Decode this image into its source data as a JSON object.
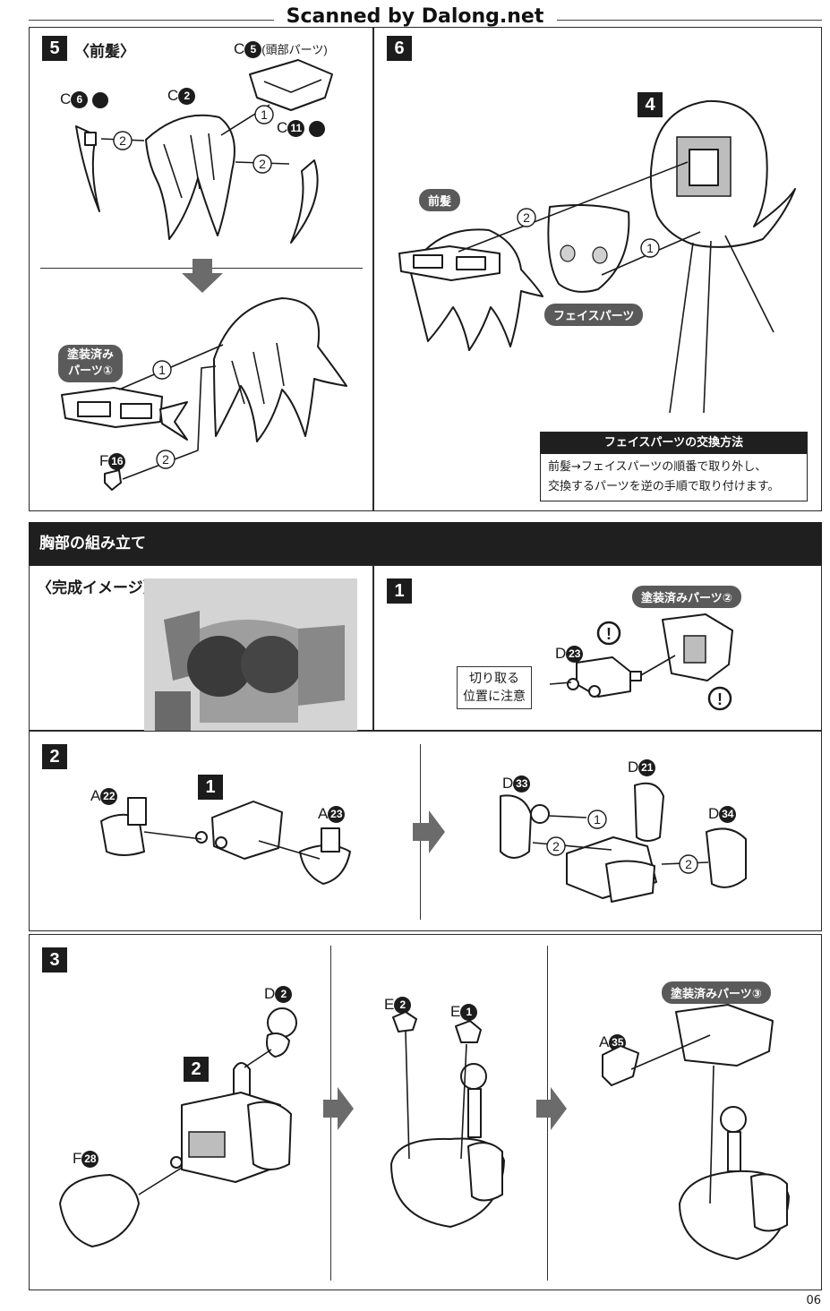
{
  "watermark": "Scanned by Dalong.net",
  "page_number": "06",
  "step5": {
    "number": "5",
    "title": "〈前髪〉",
    "parts": {
      "c5_letter": "C",
      "c5_num": "5",
      "c5_name": "(頭部パーツ)",
      "c6_letter": "C",
      "c6_num": "6",
      "c2_letter": "C",
      "c2_num": "2",
      "c11_letter": "C",
      "c11_num": "11",
      "f16_letter": "F",
      "f16_num": "16"
    },
    "painted_part_line1": "塗装済み",
    "painted_part_line2": "パーツ①",
    "seq": [
      "1",
      "2",
      "2",
      "1",
      "2"
    ]
  },
  "step6": {
    "number": "6",
    "sub_step": "4",
    "front_hair_label": "前髪",
    "face_part_label": "フェイスパーツ",
    "seq": [
      "2",
      "1"
    ],
    "note": {
      "title": "フェイスパーツの交換方法",
      "line1": "前髪→フェイスパーツの順番で取り外し、",
      "line2": "交換するパーツを逆の手順で取り付けます。"
    }
  },
  "section": {
    "title": "胸部の組み立て"
  },
  "complete": {
    "title": "〈完成イメージ〉"
  },
  "chest1": {
    "number": "1",
    "painted_part": "塗装済みパーツ②",
    "d23_letter": "D",
    "d23_num": "23",
    "caution_line1": "切り取る",
    "caution_line2": "位置に注意",
    "warn": "!"
  },
  "chest2": {
    "number": "2",
    "sub_step": "1",
    "a22_letter": "A",
    "a22_num": "22",
    "a23_letter": "A",
    "a23_num": "23",
    "d33_letter": "D",
    "d33_num": "33",
    "d21_letter": "D",
    "d21_num": "21",
    "d34_letter": "D",
    "d34_num": "34",
    "seq": [
      "1",
      "2",
      "2"
    ]
  },
  "chest3": {
    "number": "3",
    "sub_step": "2",
    "d2_letter": "D",
    "d2_num": "2",
    "f28_letter": "F",
    "f28_num": "28",
    "e2_letter": "E",
    "e2_num": "2",
    "e1_letter": "E",
    "e1_num": "1",
    "a35_letter": "A",
    "a35_num": "35",
    "painted_part": "塗装済みパーツ③"
  },
  "colors": {
    "ink": "#1a1a1a",
    "banner": "#1f1f1f",
    "pill": "#5a5a5a",
    "arrow_gray": "#6b6b6b"
  },
  "icons": [
    "nipper-icon",
    "caution-icon",
    "next-arrow-icon",
    "down-arrow-icon"
  ]
}
